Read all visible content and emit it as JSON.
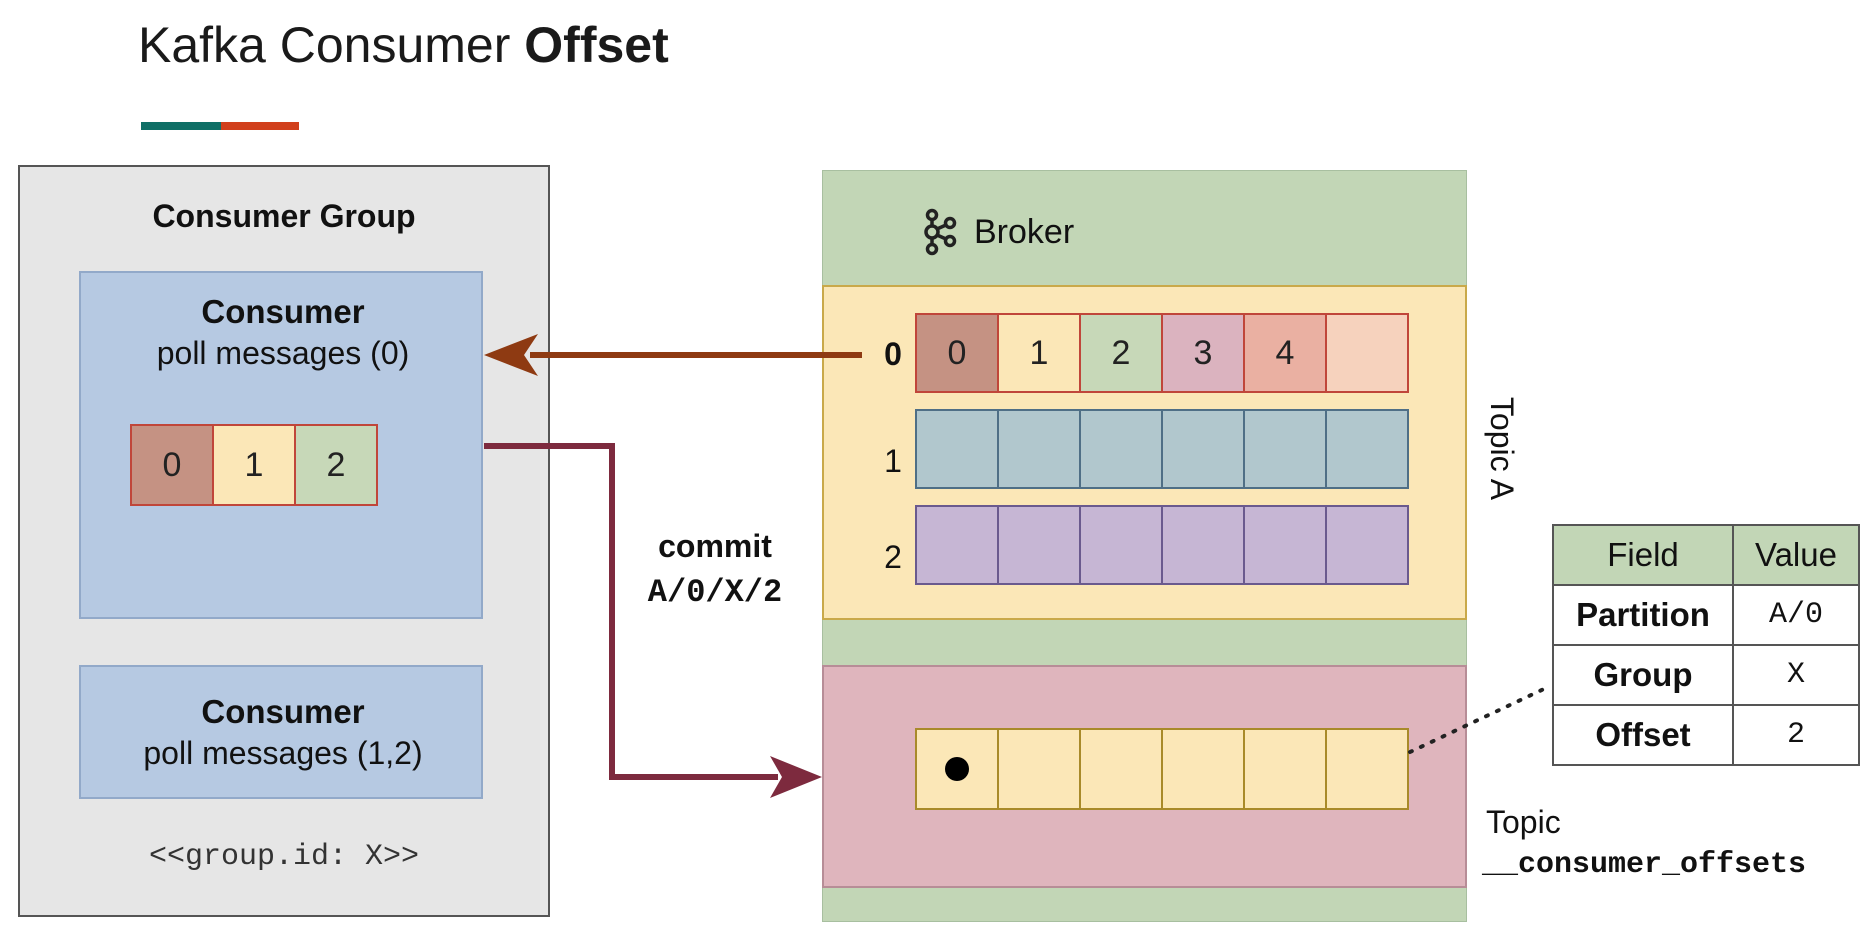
{
  "title": {
    "normal": "Kafka Consumer ",
    "bold": "Offset"
  },
  "colors": {
    "underline_teal": "#0f6f66",
    "underline_orange": "#d1401c",
    "poll_arrow": "#8e3a12",
    "commit_arrow": "#7d2a3e"
  },
  "consumer_group": {
    "title": "Consumer Group",
    "group_id": "<<group.id: X>>",
    "consumer1": {
      "title": "Consumer",
      "subtitle": "poll messages (0)",
      "messages": [
        "0",
        "1",
        "2"
      ]
    },
    "consumer2": {
      "title": "Consumer",
      "subtitle": "poll messages (1,2)"
    }
  },
  "broker": {
    "label": "Broker",
    "icon": "kafka-logo-icon",
    "topic_a": {
      "label": "Topic A",
      "partitions": [
        {
          "id": "0",
          "cells": [
            "0",
            "1",
            "2",
            "3",
            "4",
            ""
          ]
        },
        {
          "id": "1",
          "cells": [
            "",
            "",
            "",
            "",
            "",
            ""
          ]
        },
        {
          "id": "2",
          "cells": [
            "",
            "",
            "",
            "",
            "",
            ""
          ]
        }
      ]
    },
    "offsets_topic": {
      "label": "Topic",
      "name": "__consumer_offsets"
    }
  },
  "commit": {
    "label": "commit",
    "value": "A/0/X/2"
  },
  "offset_record": {
    "headers": [
      "Field",
      "Value"
    ],
    "rows": [
      {
        "field": "Partition",
        "value": "A/0"
      },
      {
        "field": "Group",
        "value": "X"
      },
      {
        "field": "Offset",
        "value": "2"
      }
    ]
  }
}
